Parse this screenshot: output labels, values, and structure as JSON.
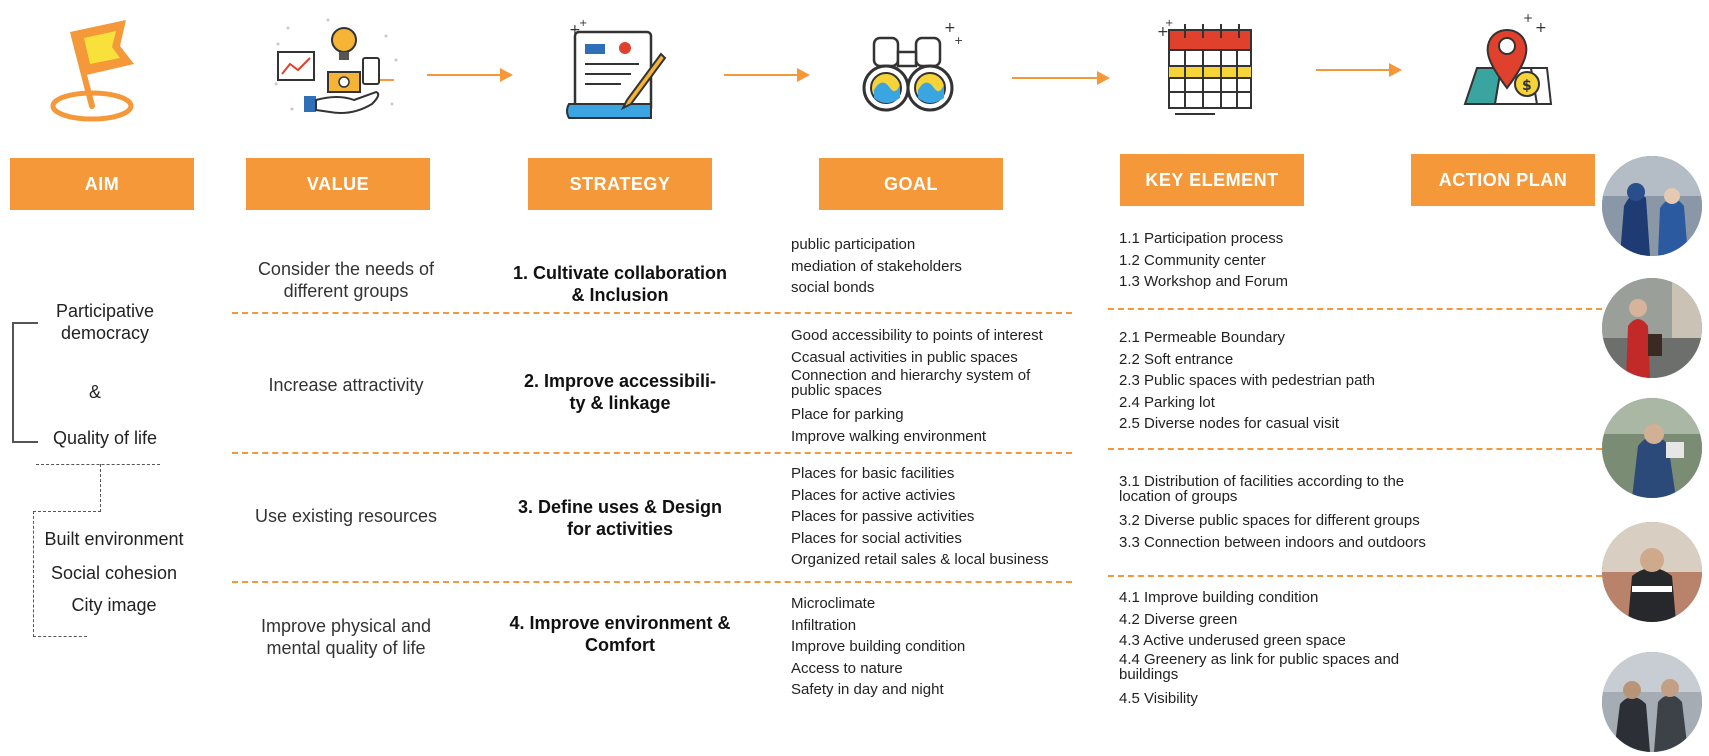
{
  "colors": {
    "accent": "#F5983A",
    "text": "#222222"
  },
  "headers": {
    "aim": "AIM",
    "value": "VALUE",
    "strategy": "STRATEGY",
    "goal": "GOAL",
    "key_element": "KEY ELEMENT",
    "action_plan": "ACTION PLAN"
  },
  "icons": [
    "flag-icon",
    "value-icon",
    "document-icon",
    "binoculars-icon",
    "calendar-icon",
    "map-pin-icon"
  ],
  "aim": {
    "top": "Participative democracy",
    "amp": "&",
    "quality": "Quality of life",
    "items": [
      "Built environment",
      "Social cohesion",
      "City image"
    ]
  },
  "rows": [
    {
      "value": "Consider the needs of different groups",
      "strategy": "1. Cultivate collaboration & Inclusion",
      "goals": [
        "public participation",
        "mediation of stakeholders",
        "social bonds"
      ],
      "key_elements": [
        "1.1 Participation process",
        "1.2 Community center",
        "1.3 Workshop and Forum"
      ]
    },
    {
      "value": "Increase attractivity",
      "strategy": "2. Improve accessibili- ty & linkage",
      "goals": [
        "Good accessibility to points of interest",
        "Ccasual activities in public spaces",
        "Connection and hierarchy system of public spaces",
        "Place for parking",
        "Improve walking environment"
      ],
      "key_elements": [
        "2.1 Permeable Boundary",
        "2.2 Soft entrance",
        "2.3 Public spaces with pedestrian path",
        "2.4 Parking lot",
        "2.5 Diverse nodes for casual visit"
      ]
    },
    {
      "value": "Use existing resources",
      "strategy": "3. Define uses & Design for activities",
      "goals": [
        "Places for basic facilities",
        "Places for active activies",
        "Places for passive activities",
        "Places for social activities",
        "Organized retail sales & local business"
      ],
      "key_elements": [
        "3.1 Distribution of facilities according to the location of groups",
        "3.2 Diverse public spaces for different groups",
        "3.3 Connection between indoors and outdoors"
      ]
    },
    {
      "value": "Improve  physical and mental quality of life",
      "strategy": "4. Improve environment & Comfort",
      "goals": [
        "Microclimate",
        "Infiltration",
        "Improve building condition",
        "Access to nature",
        "Safety in day and night"
      ],
      "key_elements": [
        "4.1 Improve building condition",
        "4.2 Diverse green",
        "4.3 Active underused green space",
        "4.4 Greenery as link for public spaces and buildings",
        "4.5 Visibility"
      ]
    }
  ]
}
